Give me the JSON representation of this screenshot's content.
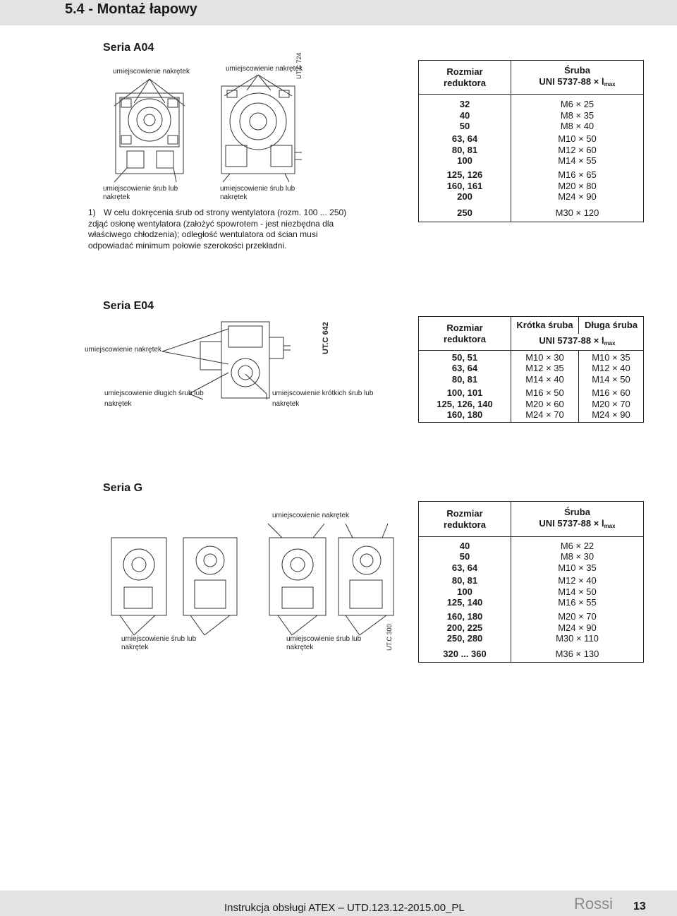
{
  "page": {
    "title": "5.4 - Montaż łapowy"
  },
  "icons": [
    "gear-reducer-drawing",
    "hand-stamp",
    "leader-lines"
  ],
  "series_a04": {
    "title": "Seria A04",
    "label_nuts_left": "umiejscowienie nakrętek",
    "label_nuts_right": "umiejscowienie nakrętek",
    "label_bolts_left_1": "umiejscowienie śrub lub",
    "label_bolts_left_2": "nakrętek",
    "label_bolts_right_1": "umiejscowienie śrub lub",
    "label_bolts_right_2": "nakrętek",
    "note_number": "1)",
    "note_lines": [
      "W celu dokręcenia śrub od strony wentylatora (rozm. 100 ... 250)",
      "zdjąć osłonę wentylatora (założyć spowrotem - jest niezbędna dla",
      "właściwego chłodzenia); odległość wentulatora od ścian musi",
      "odpowiadać minimum połowie szerokości przekładni."
    ],
    "drawing_stamp": "UT.C 724",
    "table": {
      "header_size_1": "Rozmiar",
      "header_size_2": "reduktora",
      "header_bolt_1": "Śruba",
      "header_bolt_2": "UNI 5737-88 × l",
      "header_bolt_sub": "max",
      "groups": [
        {
          "sizes": [
            "32",
            "40",
            "50"
          ],
          "bolts": [
            "M6 × 25",
            "M8 × 35",
            "M8 × 40"
          ]
        },
        {
          "sizes": [
            "63, 64",
            "80, 81",
            "100"
          ],
          "bolts": [
            "M10 × 50",
            "M12 × 60",
            "M14 × 55"
          ]
        },
        {
          "sizes": [
            "125, 126",
            "160, 161",
            "200"
          ],
          "bolts": [
            "M16 × 65",
            "M20 × 80",
            "M24 × 90"
          ]
        },
        {
          "sizes": [
            "250"
          ],
          "bolts": [
            "M30 × 120"
          ]
        }
      ]
    }
  },
  "series_e04": {
    "title": "Seria E04",
    "label_nuts": "umiejscowienie nakrętek",
    "label_long_1": "umiejscowienie   długich   śrub   lub",
    "label_long_2": "nakrętek",
    "label_short_1": "umiejscowienie   krótkich   śrub   lub",
    "label_short_2": "nakrętek",
    "drawing_stamp": "UT.C 642",
    "table": {
      "header_size_1": "Rozmiar",
      "header_size_2": "reduktora",
      "header_short": "Krótka śruba",
      "header_long": "Długa śruba",
      "header_std": "UNI 5737-88 × l",
      "header_std_sub": "max",
      "groups": [
        {
          "sizes": [
            "50, 51",
            "63, 64",
            "80, 81"
          ],
          "short": [
            "M10 × 30",
            "M12 × 35",
            "M14 × 40"
          ],
          "long": [
            "M10 × 35",
            "M12 × 40",
            "M14 × 50"
          ]
        },
        {
          "sizes": [
            "100, 101",
            "125, 126, 140",
            "160, 180"
          ],
          "short": [
            "M16 × 50",
            "M20 × 60",
            "M24 × 70"
          ],
          "long": [
            "M16 × 60",
            "M20 × 70",
            "M24 × 90"
          ]
        }
      ]
    }
  },
  "series_g": {
    "title": "Seria G",
    "label_nuts": "umiejscowienie nakrętek",
    "label_left_1": "umiejscowienie          śrub      lub",
    "label_left_2": "nakrętek",
    "label_right_1": "umiejscowienie          śrub      lub",
    "label_right_2": "nakrętek",
    "drawing_stamp": "UT.C 300",
    "table": {
      "header_size_1": "Rozmiar",
      "header_size_2": "reduktora",
      "header_bolt_1": "Śruba",
      "header_bolt_2": "UNI 5737-88 × l",
      "header_bolt_sub": "max",
      "groups": [
        {
          "sizes": [
            "40",
            "50",
            "63, 64"
          ],
          "bolts": [
            "M6 × 22",
            "M8 × 30",
            "M10 × 35"
          ]
        },
        {
          "sizes": [
            "80, 81",
            "100",
            "125, 140"
          ],
          "bolts": [
            "M12 × 40",
            "M14 × 50",
            "M16 × 55"
          ]
        },
        {
          "sizes": [
            "160, 180",
            "200, 225",
            "250, 280"
          ],
          "bolts": [
            "M20 × 70",
            "M24 × 90",
            "M30 × 110"
          ]
        },
        {
          "sizes": [
            "320 ... 360"
          ],
          "bolts": [
            "M36 × 130"
          ]
        }
      ]
    }
  },
  "footer": {
    "doc": "Instrukcja obsługi ATEX – UTD.123.12-2015.00_PL",
    "brand": "Rossi",
    "page_number": "13"
  }
}
